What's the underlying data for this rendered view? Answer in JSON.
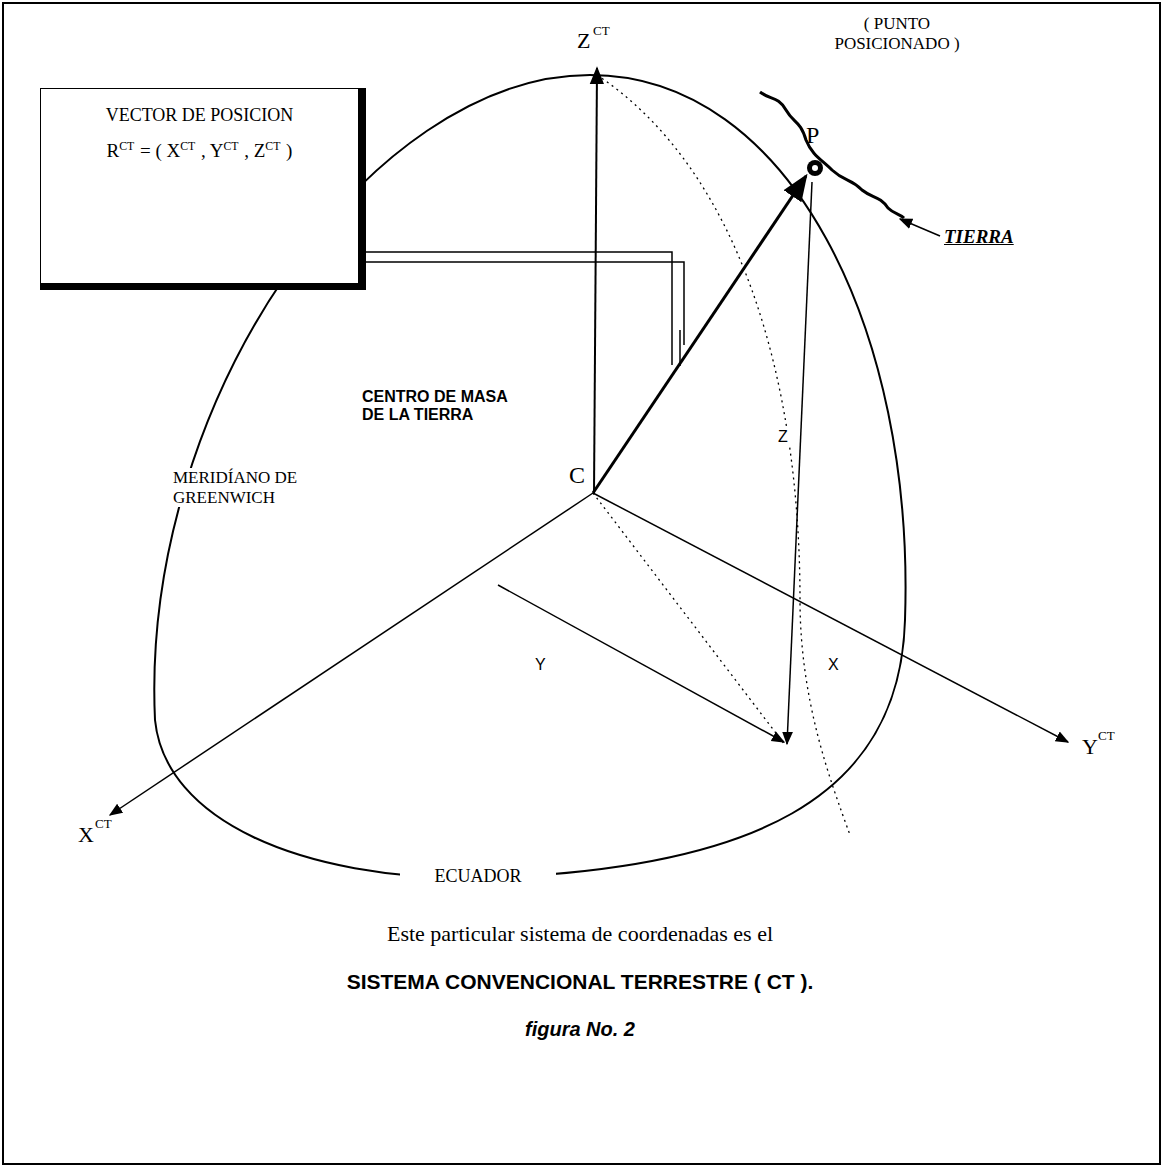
{
  "diagram": {
    "caption": "figura No. 2",
    "nodes": [
      {
        "text": [
          "VECTOR DE POSICION",
          "R",
          "CT",
          "= ( X",
          "CT",
          ", Y",
          "CT",
          ", Z",
          "CT",
          ")"
        ]
      }
    ],
    "labels": [
      "Z",
      "CT",
      "( PUNTO POSICIONADO )",
      "P",
      "TIERRA",
      "CENTRO DE MASA DE LA TIERRA",
      "C",
      "MERIDÍANO DE GREENWICH",
      "Z",
      "Y",
      "X",
      "X",
      "CT",
      "Y",
      "CT",
      "ECUADOR",
      "Este particular sistema de coordenadas es el",
      "SISTEMA CONVENCIONAL TERRESTRE ( CT )."
    ]
  }
}
